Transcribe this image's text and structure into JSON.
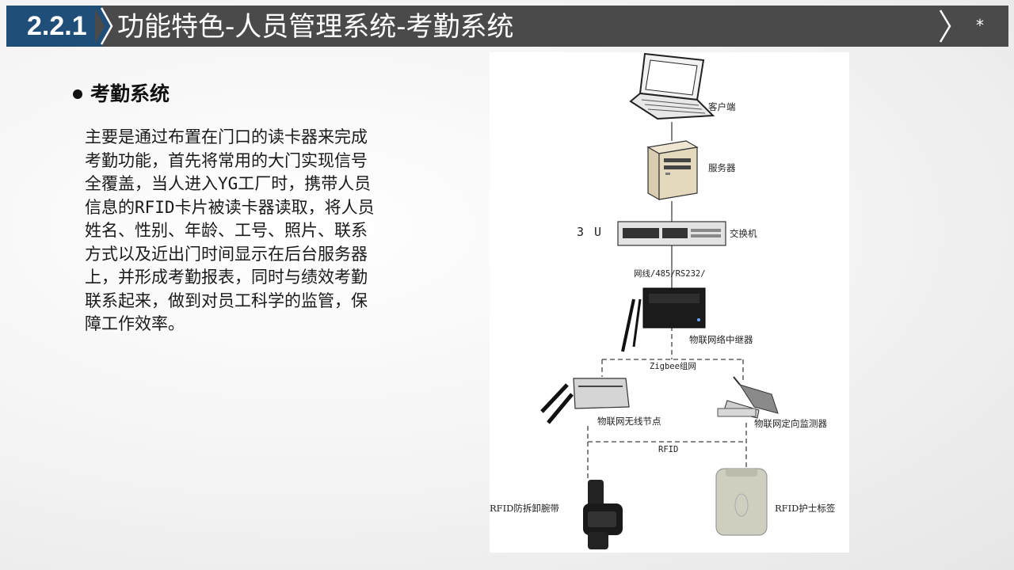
{
  "header": {
    "section_number": "2.2.1",
    "title": "功能特色-人员管理系统-考勤系统",
    "page_mark": "*"
  },
  "content": {
    "bullet_title": "考勤系统",
    "body": "主要是通过布置在门口的读卡器来完成考勤功能，首先将常用的大门实现信号全覆盖，当人进入YG工厂时，携带人员信息的RFID卡片被读卡器读取，将人员姓名、性别、年龄、工号、照片、联系方式以及近出门时间显示在后台服务器上，并形成考勤报表，同时与绩效考勤联系起来，做到对员工科学的监管，保障工作效率。"
  },
  "diagram": {
    "nodes": {
      "client": "客户端",
      "server": "服务器",
      "rack_unit": "3 U",
      "switch": "交换机",
      "relay": "物联网络中继器",
      "wireless_node": "物联网无线节点",
      "monitor": "物联网定向监测器",
      "wristband": "RFID防拆卸腕带",
      "nurse_tag": "RFID护士标签"
    },
    "edges": {
      "switch_to_relay": "网线/485/RS232/",
      "relay_to_nodes": "Zigbee组网",
      "nodes_to_tags": "RFID"
    }
  },
  "colors": {
    "header_bg": "#4a4a4a",
    "section_bg": "#1f4e79",
    "text": "#1a1a1a"
  }
}
